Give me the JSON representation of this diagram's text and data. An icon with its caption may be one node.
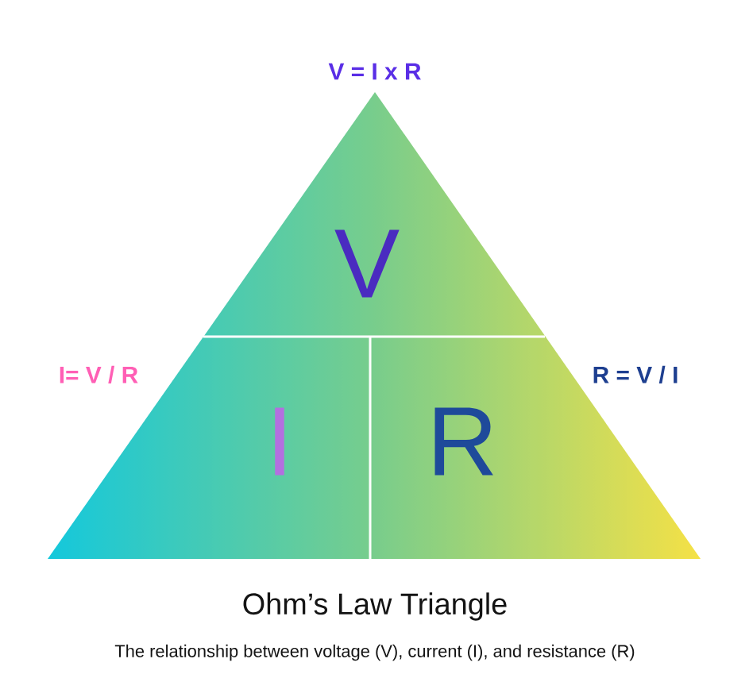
{
  "diagram": {
    "title": "Ohm’s Law Triangle",
    "caption": "The relationship between voltage (V), current (I), and resistance (R)",
    "nodes": [
      {
        "text": [
          "V"
        ]
      },
      {
        "text": [
          "I"
        ]
      },
      {
        "text": [
          "R"
        ]
      }
    ],
    "labels": [
      "V = I x R",
      "I= V / R",
      "R = V / I"
    ]
  }
}
